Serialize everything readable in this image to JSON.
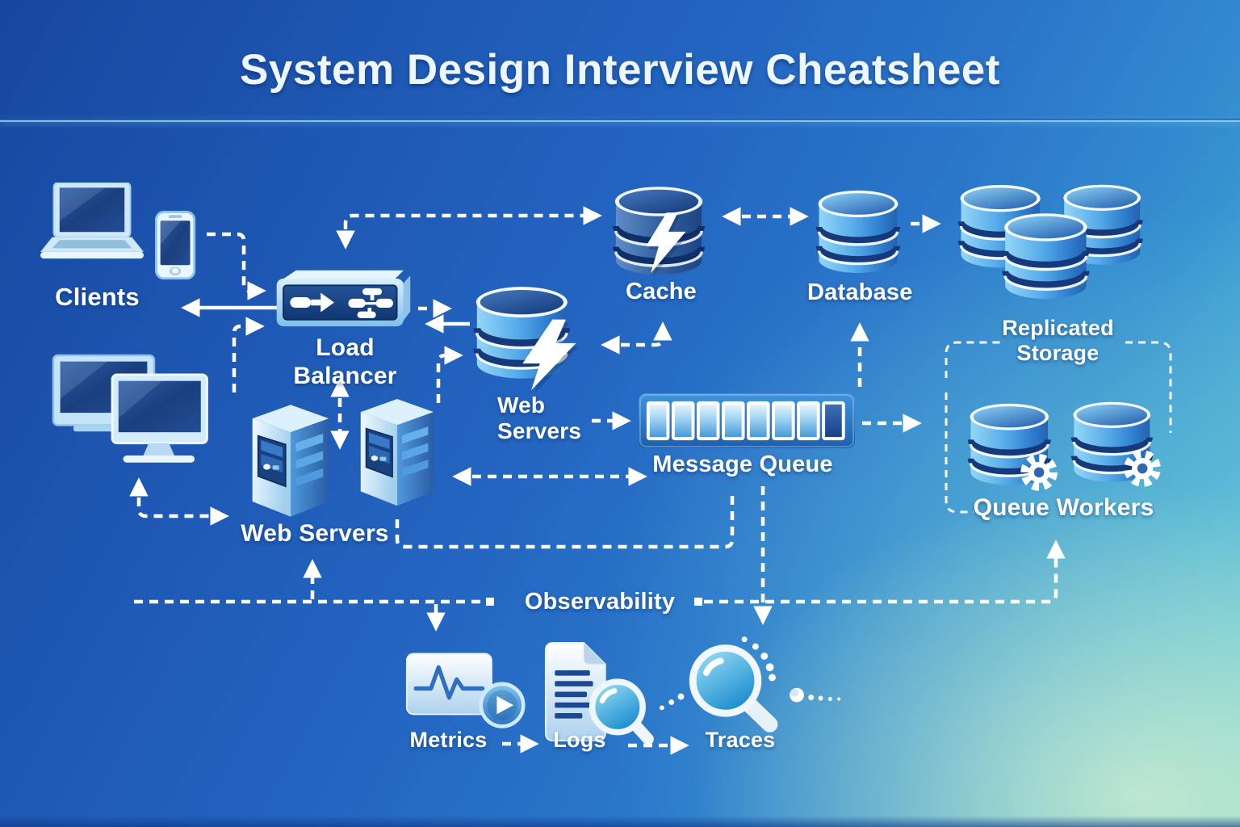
{
  "title": "System Design Interview Cheatsheet",
  "nodes": {
    "clients": {
      "label": "Clients"
    },
    "load_balancer": {
      "label": "Load Balancer"
    },
    "web_server_cluster": {
      "label_line1": "Web",
      "label_line2": "Servers"
    },
    "cache": {
      "label": "Cache"
    },
    "database": {
      "label": "Database"
    },
    "replicated_storage": {
      "label_line1": "Replicated",
      "label_line2": "Storage"
    },
    "message_queue": {
      "label": "Message Queue"
    },
    "queue_workers": {
      "label": "Queue Workers"
    },
    "web_servers": {
      "label": "Web Servers"
    },
    "observability": {
      "label": "Observability"
    },
    "metrics": {
      "label": "Metrics"
    },
    "logs": {
      "label": "Logs"
    },
    "traces": {
      "label": "Traces"
    }
  },
  "colors": {
    "background_top_left": "#17479f",
    "background_mid": "#2a76ca",
    "background_bottom_right": "#8fd8cc",
    "cylinder_light": "#56abe9",
    "cylinder_dark": "#33619f",
    "deep_navy": "#16397c",
    "text": "#ffffff",
    "arrow": "#ffffff"
  }
}
